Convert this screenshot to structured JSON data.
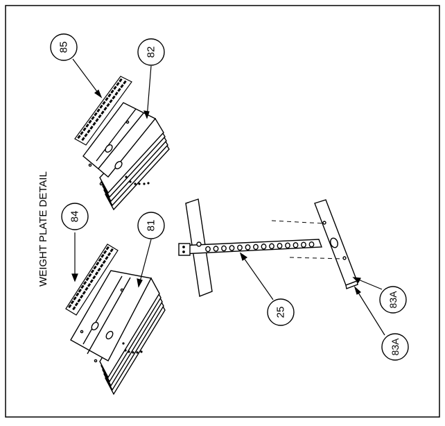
{
  "title": "WEIGHT PLATE DETAIL",
  "callouts": {
    "c85": "85",
    "c82": "82",
    "c84": "84",
    "c81": "81",
    "c25": "25",
    "c83a_upper": "83A",
    "c83a_lower": "83A"
  }
}
